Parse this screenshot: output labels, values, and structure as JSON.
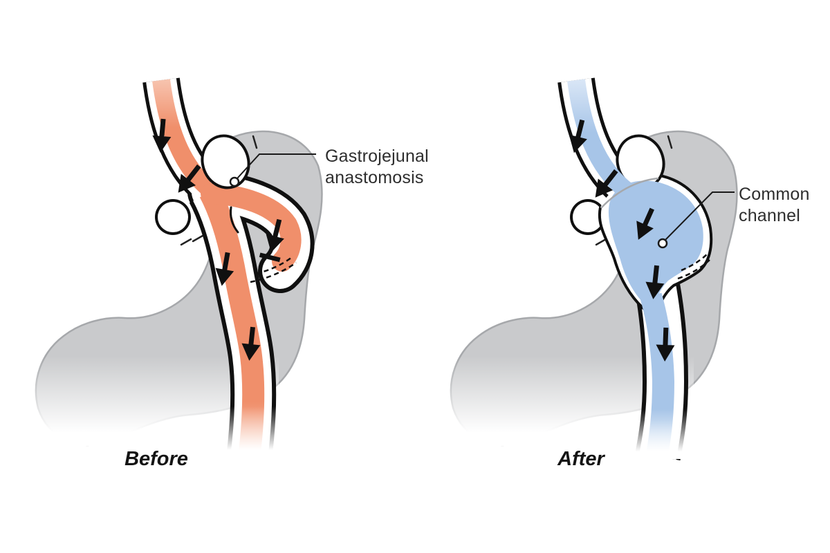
{
  "panels": {
    "before": {
      "caption": "Before",
      "annotation": "Gastrojejunal anastomosis"
    },
    "after": {
      "caption": "After",
      "annotation": "Common channel"
    }
  },
  "colors": {
    "background": "#FFFFFF",
    "organ": "#C9CACC",
    "organ_outline": "#A6A8AB",
    "outline": "#101010",
    "before_pathway": "#F08F6B",
    "before_pathway_light": "#F7C3AE",
    "after_pathway": "#A7C5E8",
    "after_pathway_light": "#D9E6F6",
    "label_text": "#2E2E2E",
    "caption_text": "#141414",
    "leader_line": "#1A1A1A"
  },
  "icons": {
    "flow_arrow": "arrow-down",
    "blocked_flow": "arrow-down-stop-bar",
    "annotation_marker": "open-dot"
  }
}
